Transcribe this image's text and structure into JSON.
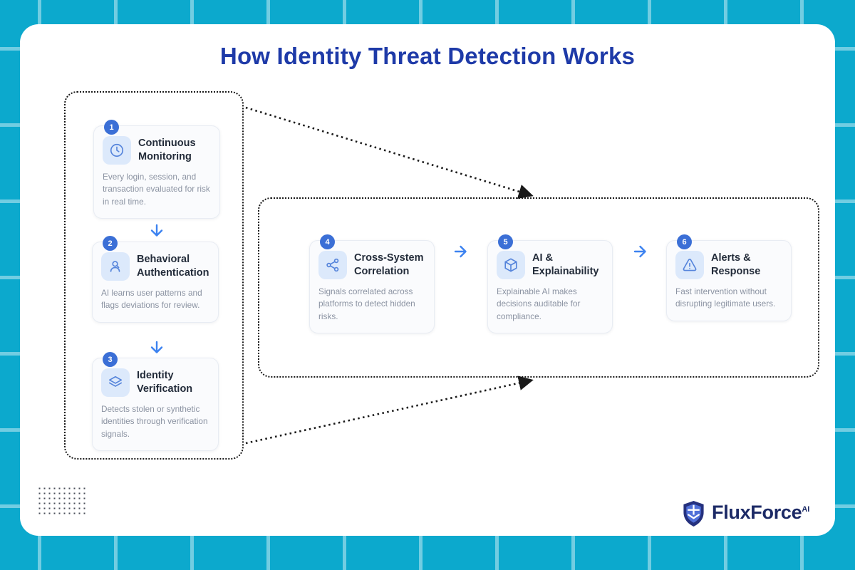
{
  "title": "How Identity Threat Detection Works",
  "steps": [
    {
      "number": "1",
      "title": "Continuous Monitoring",
      "description": "Every login, session, and transaction evaluated for risk in real time.",
      "icon": "clock-icon"
    },
    {
      "number": "2",
      "title": "Behavioral Authentication",
      "description": "AI learns user patterns and flags deviations for review.",
      "icon": "user-search-icon"
    },
    {
      "number": "3",
      "title": "Identity Verification",
      "description": "Detects stolen or synthetic identities through verification signals.",
      "icon": "layers-icon"
    },
    {
      "number": "4",
      "title": "Cross-System Correlation",
      "description": "Signals correlated across platforms to detect hidden risks.",
      "icon": "network-icon"
    },
    {
      "number": "5",
      "title": "AI & Explainability",
      "description": "Explainable AI makes decisions auditable for compliance.",
      "icon": "cube-icon"
    },
    {
      "number": "6",
      "title": "Alerts & Response",
      "description": "Fast intervention without disrupting legitimate users.",
      "icon": "alert-triangle-icon"
    }
  ],
  "logo": {
    "brand": "FluxForce",
    "suffix": "AI",
    "icon": "shield-icon"
  },
  "colors": {
    "background_cyan": "#0ca9cd",
    "grid_line": "#6fcfe5",
    "title_navy": "#1e3aa8",
    "badge_blue": "#3b6fd6",
    "icon_blue": "#5584db",
    "icon_tile_bg": "#dce9fb",
    "arrow_blue": "#3c82f0",
    "connector_black": "#1a1a1a",
    "brand_navy": "#1c2a66"
  }
}
